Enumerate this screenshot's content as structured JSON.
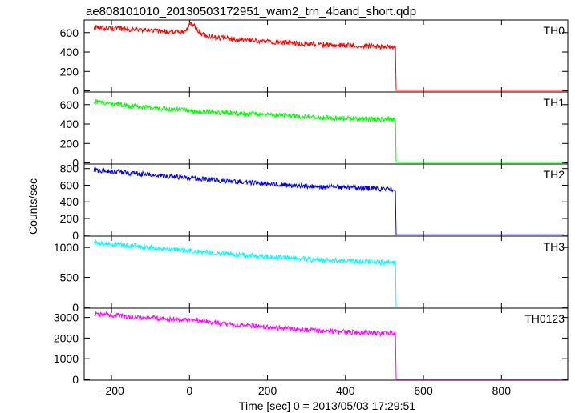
{
  "figure": {
    "title": "ae808101010_20130503172951_wam2_trn_4band_short.qdp",
    "xlabel": "Time [sec] 0 = 2013/05/03 17:29:51",
    "ylabel": "Counts/sec",
    "xticks": [
      "−200",
      "0",
      "200",
      "400",
      "600",
      "800"
    ]
  },
  "chart_data": [
    {
      "type": "line",
      "title": "TH0",
      "color": "#ff0000",
      "xlim": [
        -270,
        970
      ],
      "ylim": [
        -12,
        730
      ],
      "yticks": [
        0,
        200,
        400,
        600
      ],
      "series": [
        {
          "x": [
            -245,
            -200,
            -150,
            -100,
            -50,
            -10,
            0,
            10,
            30,
            50,
            100,
            150,
            200,
            250,
            300,
            350,
            400,
            450,
            500,
            520,
            528,
            530,
            600,
            700,
            800,
            900,
            960
          ],
          "y": [
            650,
            645,
            635,
            625,
            610,
            600,
            690,
            680,
            590,
            560,
            540,
            520,
            505,
            495,
            485,
            475,
            468,
            462,
            455,
            450,
            445,
            5,
            5,
            5,
            5,
            5,
            5
          ]
        }
      ]
    },
    {
      "type": "line",
      "title": "TH1",
      "color": "#00ff00",
      "xlim": [
        -270,
        970
      ],
      "ylim": [
        -12,
        730
      ],
      "yticks": [
        0,
        200,
        400,
        600
      ],
      "series": [
        {
          "x": [
            -245,
            -200,
            -150,
            -100,
            -50,
            0,
            50,
            100,
            150,
            200,
            250,
            300,
            350,
            400,
            450,
            500,
            520,
            528,
            530,
            600,
            700,
            800,
            900,
            960
          ],
          "y": [
            630,
            610,
            590,
            570,
            555,
            540,
            525,
            515,
            505,
            495,
            485,
            475,
            465,
            458,
            452,
            448,
            445,
            440,
            5,
            5,
            5,
            5,
            5,
            5
          ]
        }
      ]
    },
    {
      "type": "line",
      "title": "TH2",
      "color": "#0000ff",
      "xlim": [
        -270,
        970
      ],
      "ylim": [
        -12,
        855
      ],
      "yticks": [
        0,
        200,
        400,
        600,
        800
      ],
      "series": [
        {
          "x": [
            -245,
            -200,
            -150,
            -100,
            -50,
            0,
            50,
            100,
            150,
            200,
            250,
            300,
            350,
            400,
            450,
            500,
            520,
            528,
            530,
            600,
            700,
            800,
            900,
            960
          ],
          "y": [
            780,
            765,
            745,
            725,
            705,
            690,
            670,
            650,
            635,
            615,
            600,
            588,
            578,
            570,
            563,
            556,
            552,
            548,
            5,
            5,
            5,
            5,
            5,
            5
          ]
        }
      ]
    },
    {
      "type": "line",
      "title": "TH3",
      "color": "#00ffff",
      "xlim": [
        -270,
        970
      ],
      "ylim": [
        -15,
        1190
      ],
      "yticks": [
        0,
        500,
        1000
      ],
      "series": [
        {
          "x": [
            -245,
            -200,
            -150,
            -100,
            -50,
            0,
            50,
            100,
            150,
            200,
            250,
            300,
            350,
            400,
            450,
            500,
            520,
            528,
            530,
            600,
            700,
            800,
            900,
            960
          ],
          "y": [
            1080,
            1060,
            1030,
            1000,
            975,
            950,
            920,
            895,
            870,
            845,
            825,
            805,
            790,
            775,
            765,
            755,
            750,
            745,
            5,
            5,
            5,
            5,
            5,
            5
          ]
        }
      ]
    },
    {
      "type": "line",
      "title": "TH0123",
      "color": "#ff00ff",
      "xlim": [
        -270,
        970
      ],
      "ylim": [
        -40,
        3450
      ],
      "yticks": [
        0,
        1000,
        2000,
        3000
      ],
      "series": [
        {
          "x": [
            -245,
            -200,
            -150,
            -100,
            -50,
            0,
            20,
            50,
            100,
            150,
            200,
            250,
            300,
            350,
            400,
            450,
            500,
            520,
            528,
            530,
            600,
            700,
            800,
            900,
            960
          ],
          "y": [
            3170,
            3110,
            3040,
            2970,
            2910,
            2860,
            2900,
            2760,
            2680,
            2600,
            2530,
            2460,
            2400,
            2350,
            2300,
            2260,
            2220,
            2200,
            2180,
            10,
            10,
            10,
            10,
            10,
            10
          ]
        }
      ]
    }
  ]
}
